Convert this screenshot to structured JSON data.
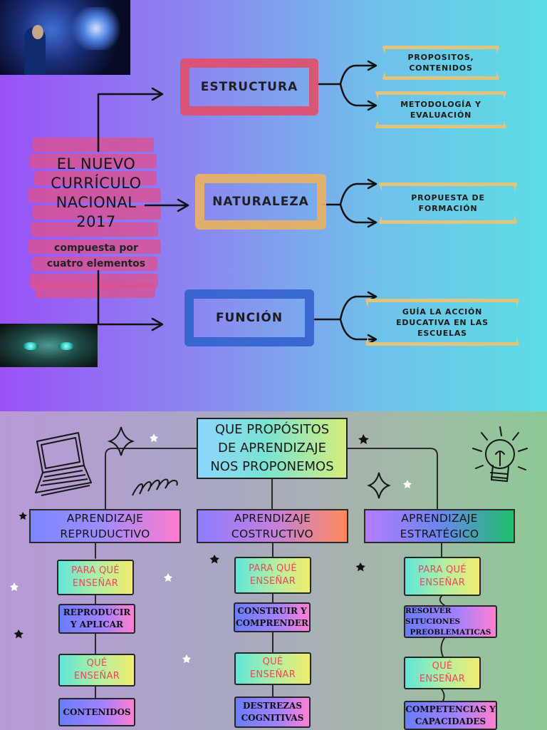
{
  "top": {
    "main_title_lines": [
      "EL NUEVO",
      "CURRÍCULO",
      "NACIONAL",
      "2017"
    ],
    "main_subtitle_lines": [
      "compuesta por",
      "cuatro elementos"
    ],
    "elements": [
      {
        "label": "ESTRUCTURA",
        "color": "#e0506d",
        "details": [
          [
            "PROPOSITOS,",
            "CONTENIDOS"
          ],
          [
            "METODOLOGÍA Y",
            "EVALUACIÓN"
          ]
        ]
      },
      {
        "label": "NATURALEZA",
        "color": "#e8b263",
        "details": [
          [
            "PROPUESTA DE",
            "FORMACIÓN"
          ]
        ]
      },
      {
        "label": "FUNCIÓN",
        "color": "#3566cf",
        "details": [
          [
            "GUÍA LA ACCIÓN",
            "EDUCATIVA EN LAS",
            "ESCUELAS"
          ]
        ]
      }
    ]
  },
  "bottom": {
    "title_lines": [
      "QUE PROPÓSITOS",
      "DE APRENDIZAJE",
      "NOS PROPONEMOS"
    ],
    "categories": [
      {
        "title_lines": [
          "APRENDIZAJE",
          "REPRUDUCTIVO"
        ],
        "q1_lines": [
          "PARA QUÉ",
          "ENSEÑAR"
        ],
        "a1_lines": [
          "REPRODUCIR",
          "Y APLICAR"
        ],
        "q2_lines": [
          "QUÉ",
          "ENSEÑAR"
        ],
        "a2_lines": [
          "CONTENIDOS"
        ]
      },
      {
        "title_lines": [
          "APRENDIZAJE",
          "COSTRUCTIVO"
        ],
        "q1_lines": [
          "PARA QUÉ",
          "ENSEÑAR"
        ],
        "a1_lines": [
          "CONSTRUIR Y",
          "COMPRENDER"
        ],
        "q2_lines": [
          "QUÉ",
          "ENSEÑAR"
        ],
        "a2_lines": [
          "DESTREZAS",
          "COGNITIVAS"
        ]
      },
      {
        "title_lines": [
          "APRENDIZAJE",
          "ESTRATÉGICO"
        ],
        "q1_lines": [
          "PARA QUÉ",
          "ENSEÑAR"
        ],
        "a1_lines": [
          "RESOLVER SITUCIONES",
          "PREOBLEMATICAS"
        ],
        "q2_lines": [
          "QUÉ",
          "ENSEÑAR"
        ],
        "a2_lines": [
          "COMPETENCIAS Y",
          "CAPACIDADES"
        ]
      }
    ]
  },
  "icons": [
    "laptop-icon",
    "lightbulb-icon",
    "sparkle-icon",
    "star-icon",
    "scribble-icon"
  ]
}
